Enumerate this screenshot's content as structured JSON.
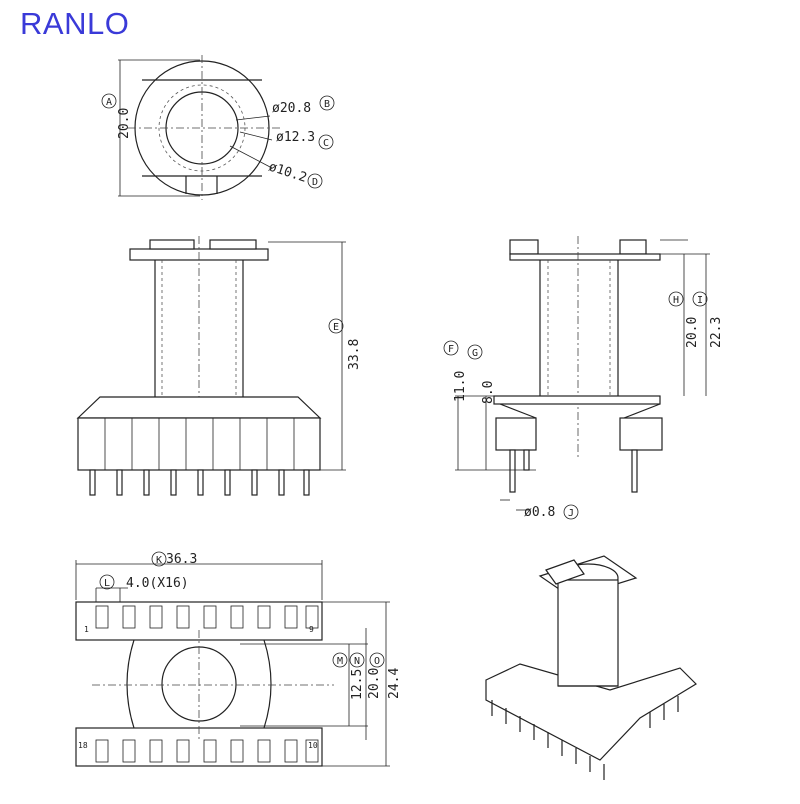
{
  "brand": "RANLO",
  "callouts": {
    "A": "A",
    "B": "B",
    "C": "C",
    "D": "D",
    "E": "E",
    "F": "F",
    "G": "G",
    "H": "H",
    "I": "I",
    "J": "J",
    "K": "K",
    "L": "L",
    "M": "M",
    "N": "N",
    "O": "O"
  },
  "dims": {
    "A": "20.0",
    "B": "ø20.8",
    "C": "ø12.3",
    "D": "ø10.2",
    "E": "33.8",
    "F": "11.0",
    "G": "8.0",
    "H": "20.0",
    "I": "22.3",
    "J": "ø0.8",
    "K": "36.3",
    "L": "4.0(X16)",
    "M": "12.5",
    "N": "20.0",
    "O": "24.4"
  },
  "pins": {
    "first": "1",
    "last_top": "9",
    "bottom_left": "18",
    "bottom_right": "10"
  },
  "colors": {
    "brand": "#3a3ad8",
    "lines": "#222222"
  }
}
